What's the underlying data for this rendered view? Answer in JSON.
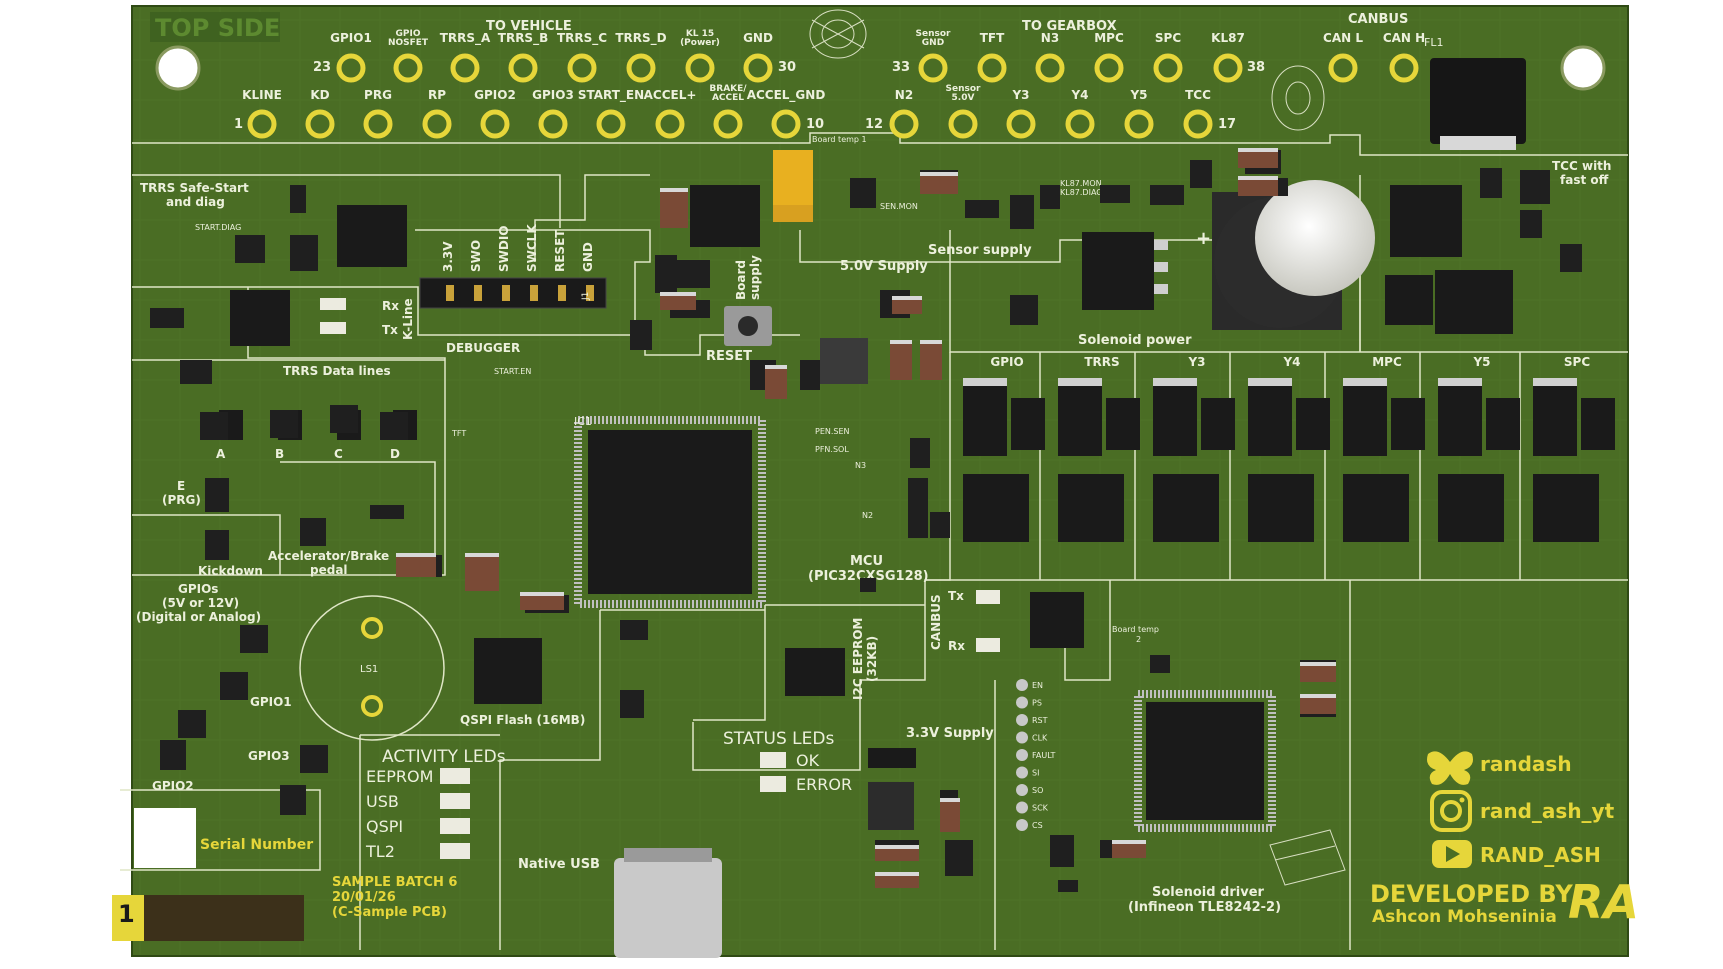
{
  "colors": {
    "board": "#4a6d24",
    "board_dark": "#3e5e1d",
    "silk": "#ecf0dc",
    "pad": "#e6d63a",
    "chip": "#1b1b1b",
    "logo_yellow": "#e6d63a"
  },
  "board_label": "TOP SIDE",
  "groups": {
    "to_vehicle": "TO VEHICLE",
    "to_gearbox": "TO GEARBOX",
    "canbus": "CANBUS"
  },
  "top_row": [
    {
      "label": "GPIO1"
    },
    {
      "label": "GPIO\nNOSFET"
    },
    {
      "label": "TRRS_A"
    },
    {
      "label": "TRRS_B"
    },
    {
      "label": "TRRS_C"
    },
    {
      "label": "TRRS_D"
    },
    {
      "label": "KL 15\n(Power)"
    },
    {
      "label": "GND"
    },
    {
      "label": "Sensor\nGND"
    },
    {
      "label": "TFT"
    },
    {
      "label": "N3"
    },
    {
      "label": "MPC"
    },
    {
      "label": "SPC"
    },
    {
      "label": "KL87"
    },
    {
      "label": "CAN L"
    },
    {
      "label": "CAN H"
    }
  ],
  "bottom_row": [
    {
      "label": "KLINE"
    },
    {
      "label": "KD"
    },
    {
      "label": "PRG"
    },
    {
      "label": "RP"
    },
    {
      "label": "GPIO2"
    },
    {
      "label": "GPIO3"
    },
    {
      "label": "START_EN"
    },
    {
      "label": "ACCEL+"
    },
    {
      "label": "BRAKE/\nACCEL"
    },
    {
      "label": "ACCEL_GND"
    },
    {
      "label": "N2"
    },
    {
      "label": "Sensor\n5.0V"
    },
    {
      "label": "Y3"
    },
    {
      "label": "Y4"
    },
    {
      "label": "Y5"
    },
    {
      "label": "TCC"
    }
  ],
  "pin_numbers": {
    "p23": "23",
    "p30": "30",
    "p1": "1",
    "p10": "10",
    "p12": "12",
    "p33": "33",
    "p38": "38",
    "p17": "17"
  },
  "components": {
    "fl1": "FL1",
    "board_temp1": "Board temp 1",
    "board_temp2": "Board temp\n2",
    "ic1": "IC1",
    "ls1": "LS1",
    "j1": "J1",
    "mcu": "MCU\n(PIC32CXSG128)",
    "qspi": "QSPI Flash (16MB)",
    "i2c_eeprom": "I2C EEPROM\n(32KB)",
    "native_usb": "Native USB",
    "solenoid_driver": "Solenoid driver\n(Infineon TLE8242-2)"
  },
  "sections": {
    "trrs_safe": "TRRS Safe-Start\nand diag",
    "start_diag": "START.DIAG",
    "rx": "Rx",
    "tx": "Tx",
    "kline": "K-Line",
    "debugger": "DEBUGGER",
    "debug_pins": [
      "3.3V",
      "SWO",
      "SWDIO",
      "SWCLK",
      "RESET",
      "GND"
    ],
    "reset": "RESET",
    "board_supply": "Board\nsupply",
    "sen_mon": "SEN.MON",
    "kl87_mon": "KL87.MON\nKL87.DIAG",
    "sensor_supply": "Sensor supply",
    "supply_5v": "5.0V Supply",
    "solenoid_power": "Solenoid power",
    "tcc_fast": "TCC with\nfast off",
    "trrs_data": "TRRS Data lines",
    "abcd": [
      "A",
      "B",
      "C",
      "D"
    ],
    "e_prg": "E\n(PRG)",
    "kickdown": "Kickdown",
    "accel_brake": "Accelerator/Brake\npedal",
    "start_en_tp": "START.EN",
    "tft_tp": "TFT",
    "pen_sen": "PEN.SEN",
    "pfn_sol": "PFN.SOL",
    "n3_tp": "N3",
    "n2_tp": "N2",
    "gpios": "GPIOs\n(5V or 12V)\n(Digital or Analog)",
    "gpio1": "GPIO1",
    "gpio2": "GPIO2",
    "gpio3": "GPIO3",
    "canbus_side": "CANBUS",
    "can_tx": "Tx",
    "can_rx": "Rx",
    "solenoid_channels": [
      "GPIO",
      "TRRS",
      "Y3",
      "Y4",
      "MPC",
      "Y5",
      "SPC"
    ],
    "status_leds": "STATUS LEDs",
    "ok": "OK",
    "error": "ERROR",
    "activity_leds": "ACTIVITY LEDs",
    "activity_items": [
      "EEPROM",
      "USB",
      "QSPI",
      "TL2"
    ],
    "supply_33": "3.3V Supply",
    "sd_pins": [
      "EN",
      "PS",
      "RST",
      "CLK",
      "FAULT",
      "SI",
      "SO",
      "SCK",
      "CS"
    ],
    "serial_number": "Serial Number",
    "sample_batch": "SAMPLE BATCH 6\n20/01/26\n(C-Sample PCB)",
    "pin1": "1"
  },
  "branding": {
    "bluesky": "randash",
    "instagram": "rand_ash_yt",
    "youtube": "RAND_ASH",
    "developed_by": "DEVELOPED BY",
    "author": "Ashcon Mohseninia",
    "logo": "RA",
    "icon_names": [
      "butterfly-icon",
      "instagram-icon",
      "youtube-icon"
    ]
  }
}
